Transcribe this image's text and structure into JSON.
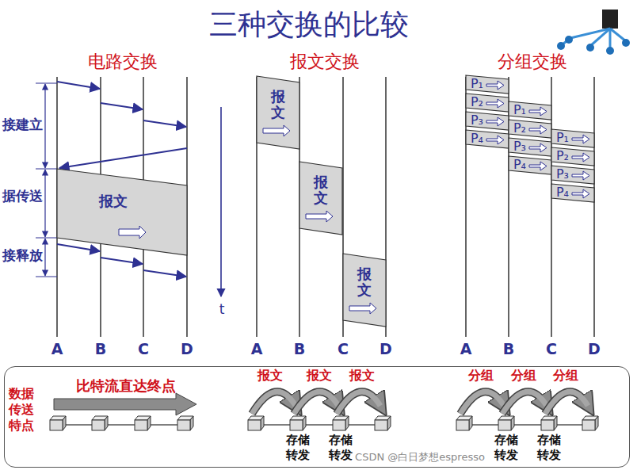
{
  "diagram": {
    "title": "三种交换的比较",
    "nodes": [
      {
        "text": [
          "报文"
        ]
      },
      {
        "text": [
          "报文"
        ]
      },
      {
        "text": [
          "报文"
        ]
      },
      {
        "text": [
          "报文"
        ]
      },
      {
        "text": [
          "P₁"
        ]
      },
      {
        "text": [
          "P₂"
        ]
      },
      {
        "text": [
          "P₃"
        ]
      },
      {
        "text": [
          "P₄"
        ]
      },
      {
        "text": [
          "P₁"
        ]
      },
      {
        "text": [
          "P₂"
        ]
      },
      {
        "text": [
          "P₃"
        ]
      },
      {
        "text": [
          "P₄"
        ]
      },
      {
        "text": [
          "P₁"
        ]
      },
      {
        "text": [
          "P₂"
        ]
      },
      {
        "text": [
          "P₃"
        ]
      },
      {
        "text": [
          "P₄"
        ]
      },
      {
        "text": [
          "数据传送特点",
          "比特流直达终点",
          "报文",
          "报文",
          "报文",
          "存储转发",
          "存储转发",
          "分组",
          "分组",
          "分组",
          "存储转发",
          "存储转发"
        ]
      }
    ],
    "labels": [
      "电路交换",
      "报文交换",
      "分组交换",
      "接建立",
      "据传送",
      "接释放",
      "t",
      "A",
      "B",
      "C",
      "D",
      "A",
      "B",
      "C",
      "D",
      "A",
      "B",
      "C",
      "D",
      "CSDN @白日梦想espresso"
    ]
  }
}
